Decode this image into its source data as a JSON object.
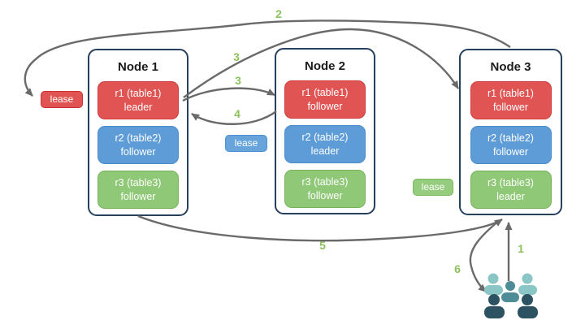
{
  "nodes": [
    {
      "title": "Node 1",
      "replicas": [
        {
          "name": "r1 (table1)",
          "role": "leader"
        },
        {
          "name": "r2 (table2)",
          "role": "follower"
        },
        {
          "name": "r3 (table3)",
          "role": "follower"
        }
      ]
    },
    {
      "title": "Node 2",
      "replicas": [
        {
          "name": "r1 (table1)",
          "role": "follower"
        },
        {
          "name": "r2 (table2)",
          "role": "leader"
        },
        {
          "name": "r3 (table3)",
          "role": "follower"
        }
      ]
    },
    {
      "title": "Node 3",
      "replicas": [
        {
          "name": "r1 (table1)",
          "role": "follower"
        },
        {
          "name": "r2 (table2)",
          "role": "follower"
        },
        {
          "name": "r3 (table3)",
          "role": "leader"
        }
      ]
    }
  ],
  "leases": [
    {
      "label": "lease",
      "color": "#e05554"
    },
    {
      "label": "lease",
      "color": "#68a4dc"
    },
    {
      "label": "lease",
      "color": "#95cc7e"
    }
  ],
  "steps": {
    "s1": "1",
    "s2": "2",
    "s3a": "3",
    "s3b": "3",
    "s4": "4",
    "s5": "5",
    "s6": "6"
  },
  "icons": {
    "users": "users-group-icon"
  },
  "colors": {
    "replica_red": "#e05554",
    "replica_blue": "#5e9cd8",
    "replica_green": "#8fc877",
    "node_border": "#27405e",
    "arrow": "#6a6a6a",
    "step_label": "#8cc15e",
    "users_light": "#8ac6c5",
    "users_medium": "#4e8d97",
    "users_dark": "#2d5362"
  }
}
